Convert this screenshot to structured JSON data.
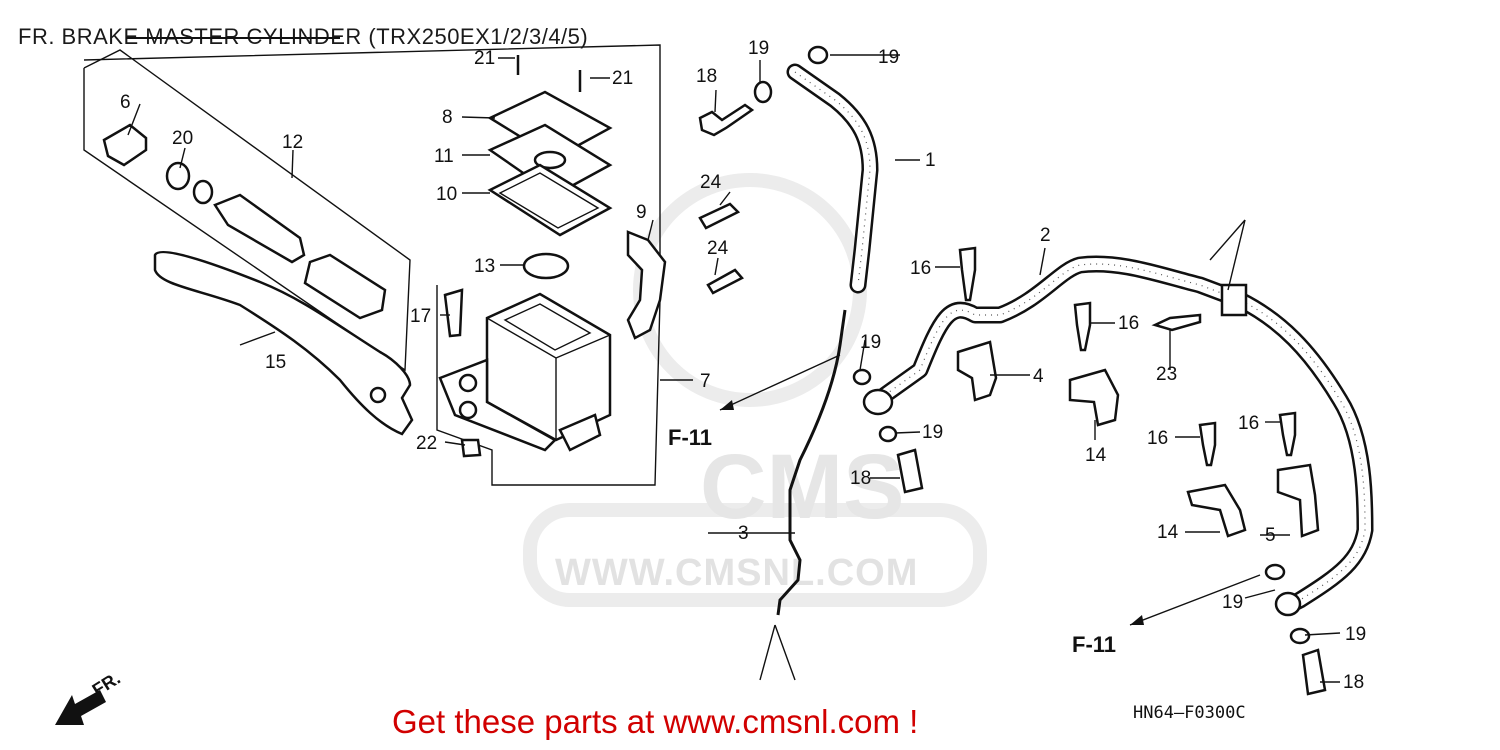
{
  "title": "FR. BRAKE MASTER CYLINDER (TRX250EX1/2/3/4/5)",
  "diagram_code": "HN64—F0300C",
  "cta": "Get these parts at www.cmsnl.com !",
  "front_marker": "FR.",
  "watermark": {
    "logo": "CMS",
    "url": "WWW.CMSNL.COM"
  },
  "refs": [
    {
      "id": "ref-f11-left",
      "text": "F-11"
    },
    {
      "id": "ref-f11-right",
      "text": "F-11"
    }
  ],
  "callouts": [
    {
      "id": "c1",
      "text": "1"
    },
    {
      "id": "c2",
      "text": "2"
    },
    {
      "id": "c3",
      "text": "3"
    },
    {
      "id": "c4",
      "text": "4"
    },
    {
      "id": "c5",
      "text": "5"
    },
    {
      "id": "c6",
      "text": "6"
    },
    {
      "id": "c7",
      "text": "7"
    },
    {
      "id": "c8",
      "text": "8"
    },
    {
      "id": "c9",
      "text": "9"
    },
    {
      "id": "c10",
      "text": "10"
    },
    {
      "id": "c11",
      "text": "11"
    },
    {
      "id": "c12",
      "text": "12"
    },
    {
      "id": "c13",
      "text": "13"
    },
    {
      "id": "c14a",
      "text": "14"
    },
    {
      "id": "c14b",
      "text": "14"
    },
    {
      "id": "c15",
      "text": "15"
    },
    {
      "id": "c16a",
      "text": "16"
    },
    {
      "id": "c16b",
      "text": "16"
    },
    {
      "id": "c16c",
      "text": "16"
    },
    {
      "id": "c16d",
      "text": "16"
    },
    {
      "id": "c17",
      "text": "17"
    },
    {
      "id": "c18a",
      "text": "18"
    },
    {
      "id": "c18b",
      "text": "18"
    },
    {
      "id": "c18c",
      "text": "18"
    },
    {
      "id": "c19a",
      "text": "19"
    },
    {
      "id": "c19b",
      "text": "19"
    },
    {
      "id": "c19c",
      "text": "19"
    },
    {
      "id": "c19d",
      "text": "19"
    },
    {
      "id": "c19e",
      "text": "19"
    },
    {
      "id": "c19f",
      "text": "19"
    },
    {
      "id": "c20",
      "text": "20"
    },
    {
      "id": "c21a",
      "text": "21"
    },
    {
      "id": "c21b",
      "text": "21"
    },
    {
      "id": "c22",
      "text": "22"
    },
    {
      "id": "c23",
      "text": "23"
    },
    {
      "id": "c24a",
      "text": "24"
    },
    {
      "id": "c24b",
      "text": "24"
    }
  ]
}
